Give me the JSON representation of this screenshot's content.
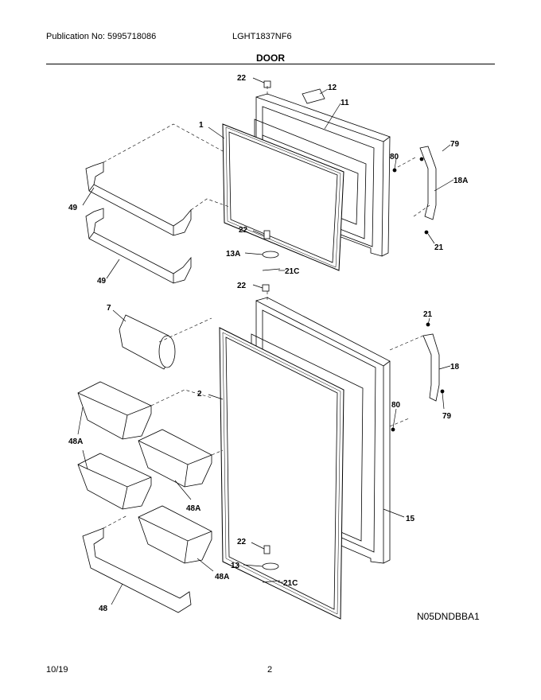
{
  "header": {
    "publication": "Publication No: 5995718086",
    "model": "LGHT1837NF6",
    "section_title": "DOOR"
  },
  "footer": {
    "date": "10/19",
    "page_number": "2"
  },
  "diagram_code": "N05DNDBBA1",
  "callouts": {
    "c22a": "22",
    "c12": "12",
    "c11": "11",
    "c1": "1",
    "c80a": "80",
    "c79a": "79",
    "c18a": "18A",
    "c49a": "49",
    "c49b": "49",
    "c22b": "22",
    "c13a": "13A",
    "c21a": "21",
    "c21c_a": "21C",
    "c22c": "22",
    "c7": "7",
    "c21b": "21",
    "c18": "18",
    "c2": "2",
    "c80b": "80",
    "c79b": "79",
    "c48a_a": "48A",
    "c48a_b": "48A",
    "c15": "15",
    "c22d": "22",
    "c13": "13",
    "c48a_c": "48A",
    "c21c_b": "21C",
    "c48": "48"
  }
}
